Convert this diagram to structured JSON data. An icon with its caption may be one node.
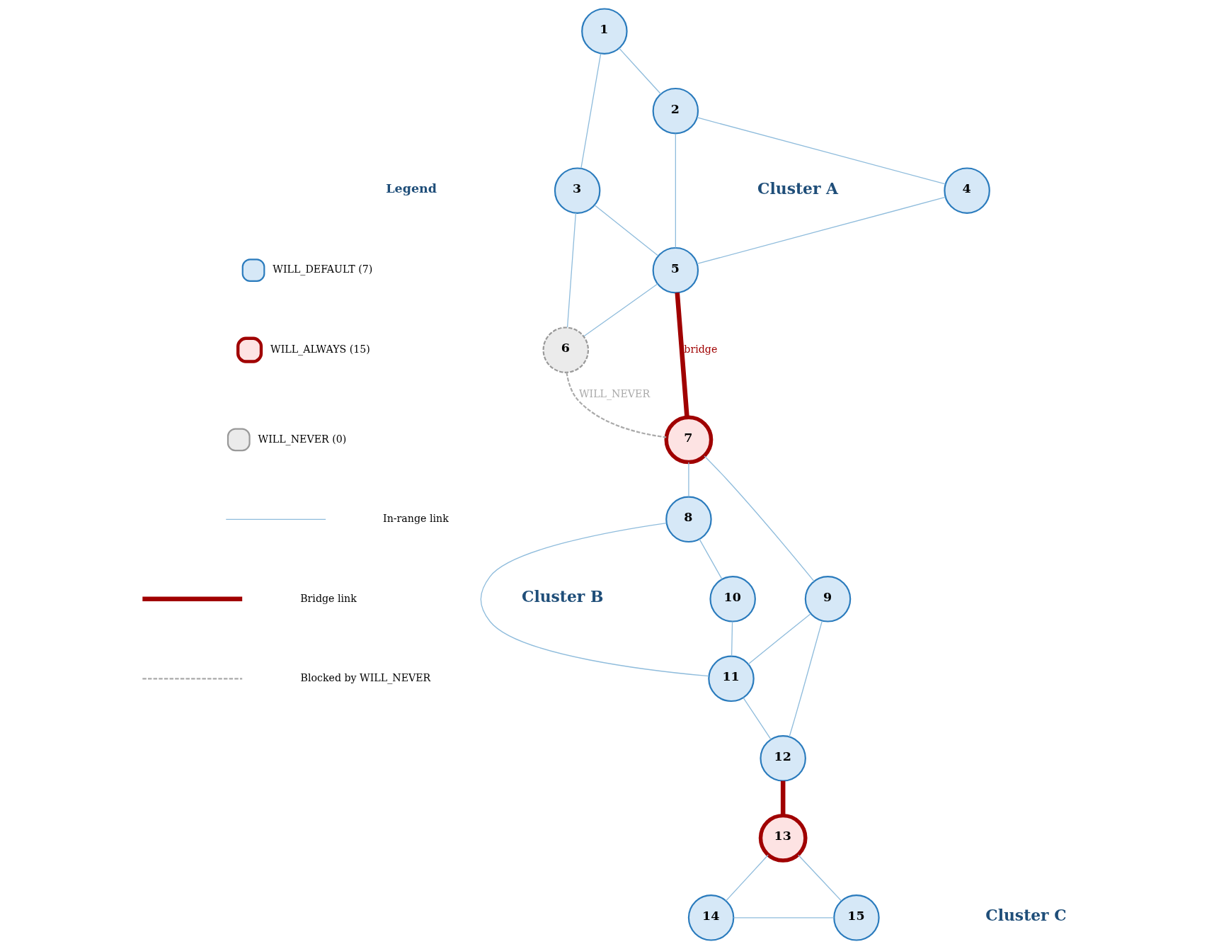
{
  "diagram": {
    "nodes": [
      {
        "text": [
          "1"
        ]
      },
      {
        "text": [
          "2"
        ]
      },
      {
        "text": [
          "3"
        ]
      },
      {
        "text": [
          "4"
        ]
      },
      {
        "text": [
          "5"
        ]
      },
      {
        "text": [
          "6"
        ]
      },
      {
        "text": [
          "7"
        ]
      },
      {
        "text": [
          "8"
        ]
      },
      {
        "text": [
          "9"
        ]
      },
      {
        "text": [
          "10"
        ]
      },
      {
        "text": [
          "11"
        ]
      },
      {
        "text": [
          "12"
        ]
      },
      {
        "text": [
          "13"
        ]
      },
      {
        "text": [
          "14"
        ]
      },
      {
        "text": [
          "15"
        ]
      }
    ],
    "edges": [
      {
        "from": 0,
        "to": 1,
        "arrow": "none"
      },
      {
        "from": 0,
        "to": 2,
        "arrow": "none"
      },
      {
        "from": 1,
        "to": 3,
        "arrow": "none"
      },
      {
        "from": 1,
        "to": 4,
        "arrow": "none"
      },
      {
        "from": 2,
        "to": 4,
        "arrow": "none"
      },
      {
        "from": 2,
        "to": 5,
        "arrow": "none"
      },
      {
        "from": 3,
        "to": 4,
        "arrow": "none"
      },
      {
        "from": 4,
        "to": 5,
        "arrow": "none"
      },
      {
        "from": 4,
        "to": 6,
        "arrow": "none",
        "label": "bridge",
        "style": "thick",
        "color": "#a00000"
      },
      {
        "from": 5,
        "to": 6,
        "arrow": "none",
        "label": "WILL_NEVER",
        "style": "dashed",
        "color": "#aaaaaa"
      },
      {
        "from": 6,
        "to": 7,
        "arrow": "none"
      },
      {
        "from": 6,
        "to": 8,
        "arrow": "none"
      },
      {
        "from": 7,
        "to": 9,
        "arrow": "none"
      },
      {
        "from": 7,
        "to": 10,
        "arrow": "none"
      },
      {
        "from": 8,
        "to": 10,
        "arrow": "none"
      },
      {
        "from": 8,
        "to": 11,
        "arrow": "none"
      },
      {
        "from": 9,
        "to": 10,
        "arrow": "none"
      },
      {
        "from": 10,
        "to": 11,
        "arrow": "none"
      },
      {
        "from": 11,
        "to": 12,
        "arrow": "none",
        "style": "thick",
        "color": "#a00000"
      },
      {
        "from": 12,
        "to": 13,
        "arrow": "none"
      },
      {
        "from": 12,
        "to": 14,
        "arrow": "none"
      },
      {
        "from": 13,
        "to": 14,
        "arrow": "none"
      }
    ],
    "labels": [
      "Cluster A",
      "Legend",
      "Cluster B",
      "Cluster C"
    ],
    "legend": [
      {
        "text": "WILL_DEFAULT (7)"
      },
      {
        "text": "WILL_ALWAYS (15)"
      },
      {
        "text": "WILL_NEVER (0)"
      },
      {
        "text": "In-range link"
      },
      {
        "text": "Bridge link"
      },
      {
        "text": "Blocked by WILL_NEVER"
      }
    ]
  }
}
